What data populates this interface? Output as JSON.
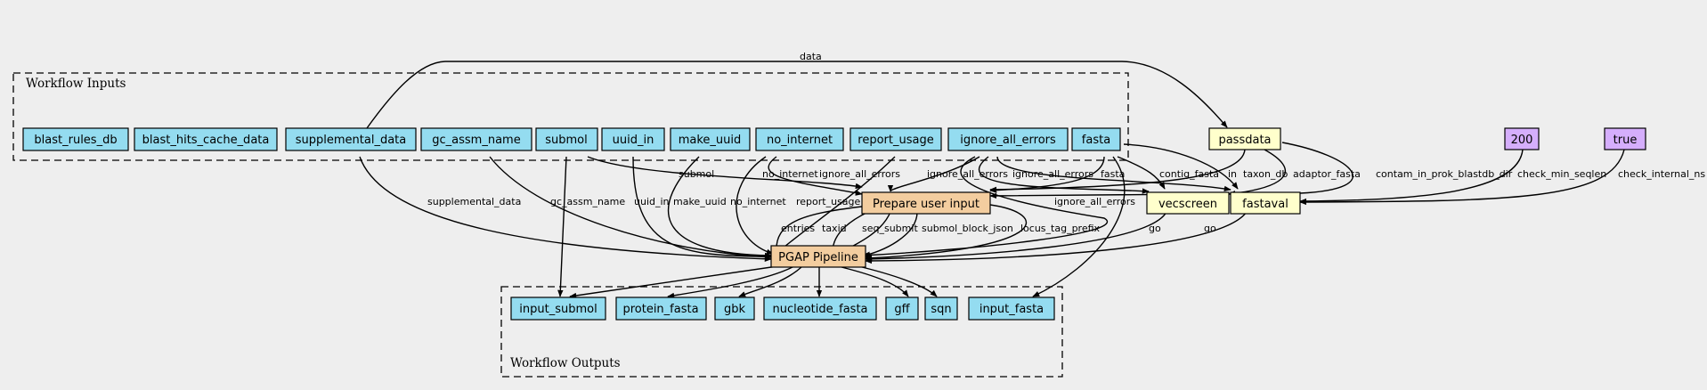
{
  "colors": {
    "background": "#eeeeee",
    "io_node": "#94dcf0",
    "step_node": "#f3cd9f",
    "tool_node": "#ffffcc",
    "default_node": "#d5aefc"
  },
  "clusters": {
    "inputs": "Workflow Inputs",
    "outputs": "Workflow Outputs"
  },
  "nodes": {
    "blast_rules_db": "blast_rules_db",
    "blast_hits_cache_data": "blast_hits_cache_data",
    "supplemental_data": "supplemental_data",
    "gc_assm_name": "gc_assm_name",
    "submol": "submol",
    "uuid_in": "uuid_in",
    "make_uuid": "make_uuid",
    "no_internet": "no_internet",
    "report_usage": "report_usage",
    "ignore_all_errors": "ignore_all_errors",
    "fasta": "fasta",
    "passdata": "passdata",
    "val_200": "200",
    "val_true": "true",
    "prepare": "Prepare user input",
    "vecscreen": "vecscreen",
    "fastaval": "fastaval",
    "pgap": "PGAP Pipeline",
    "input_submol": "input_submol",
    "protein_fasta": "protein_fasta",
    "gbk": "gbk",
    "nucleotide_fasta": "nucleotide_fasta",
    "gff": "gff",
    "sqn": "sqn",
    "input_fasta": "input_fasta"
  },
  "edge_labels": {
    "data": "data",
    "supplemental_data": "supplemental_data",
    "gc_assm_name": "gc_assm_name",
    "uuid_in": "uuid_in",
    "make_uuid": "make_uuid",
    "no_internet_pgap": "no_internet",
    "report_usage": "report_usage",
    "submol": "submol",
    "no_internet_prep": "no_internet",
    "ignore_all_errors_prep": "ignore_all_errors",
    "ignore_all_errors_vec": "ignore_all_errors",
    "ignore_all_errors_fv": "ignore_all_errors",
    "ignore_all_errors_pgap": "ignore_all_errors",
    "fasta": "fasta",
    "contig_fasta": "contig_fasta",
    "in": "in",
    "taxon_db": "taxon_db",
    "adaptor_fasta": "adaptor_fasta",
    "contam": "contam_in_prok_blastdb_dir",
    "check_min_seqlen": "check_min_seqlen",
    "check_internal_ns": "check_internal_ns",
    "entries": "entries",
    "taxid": "taxid",
    "seq_submit": "seq_submit",
    "submol_block_json": "submol_block_json",
    "locus_tag_prefix": "locus_tag_prefix",
    "go_vec": "go",
    "go_fv": "go"
  }
}
